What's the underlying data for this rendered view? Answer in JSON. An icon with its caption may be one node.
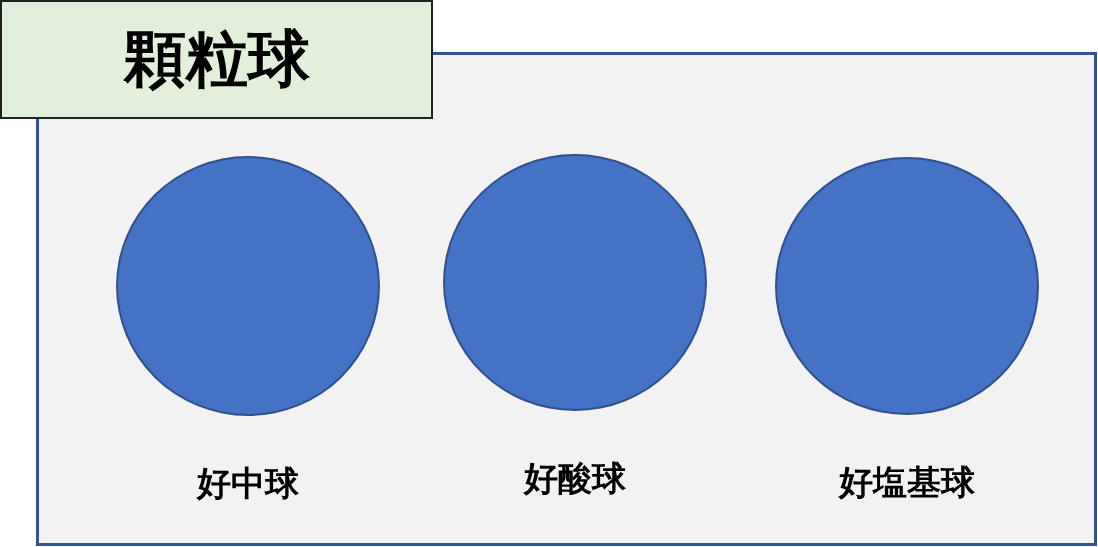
{
  "diagram": {
    "nodes": [
      {
        "text": [
          "顆粒球"
        ]
      },
      {
        "text": [],
        "shape": "circle",
        "in": 0,
        "beside": [
          "好中球"
        ]
      },
      {
        "text": [],
        "shape": "circle",
        "in": 0,
        "beside": [
          "好酸球"
        ]
      },
      {
        "text": [],
        "shape": "circle",
        "in": 0,
        "beside": [
          "好塩基球"
        ]
      }
    ]
  }
}
